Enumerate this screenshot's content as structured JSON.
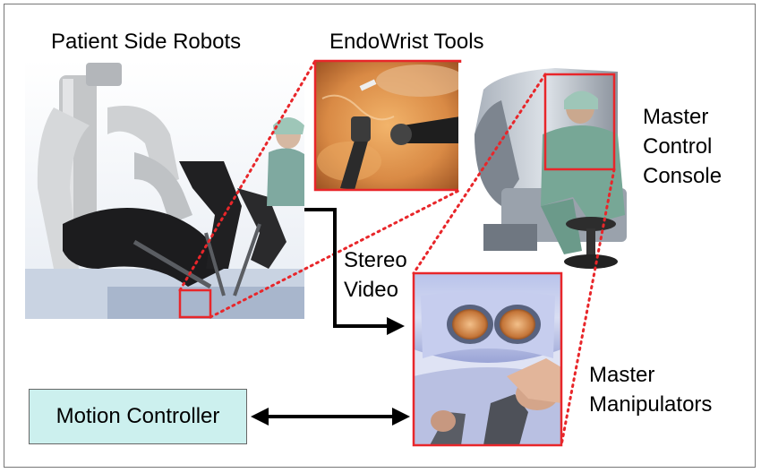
{
  "labels": {
    "patient_side_robots": "Patient Side Robots",
    "endowrist_tools": "EndoWrist Tools",
    "master_control_console": [
      "Master",
      "Control",
      "Console"
    ],
    "stereo_video": [
      "Stereo",
      "Video"
    ],
    "master_manipulators": [
      "Master",
      "Manipulators"
    ],
    "motion_controller": "Motion Controller"
  },
  "colors": {
    "highlight_red": "#e8262a",
    "arrow_black": "#000000",
    "motion_controller_fill": "#ccf0ee"
  }
}
